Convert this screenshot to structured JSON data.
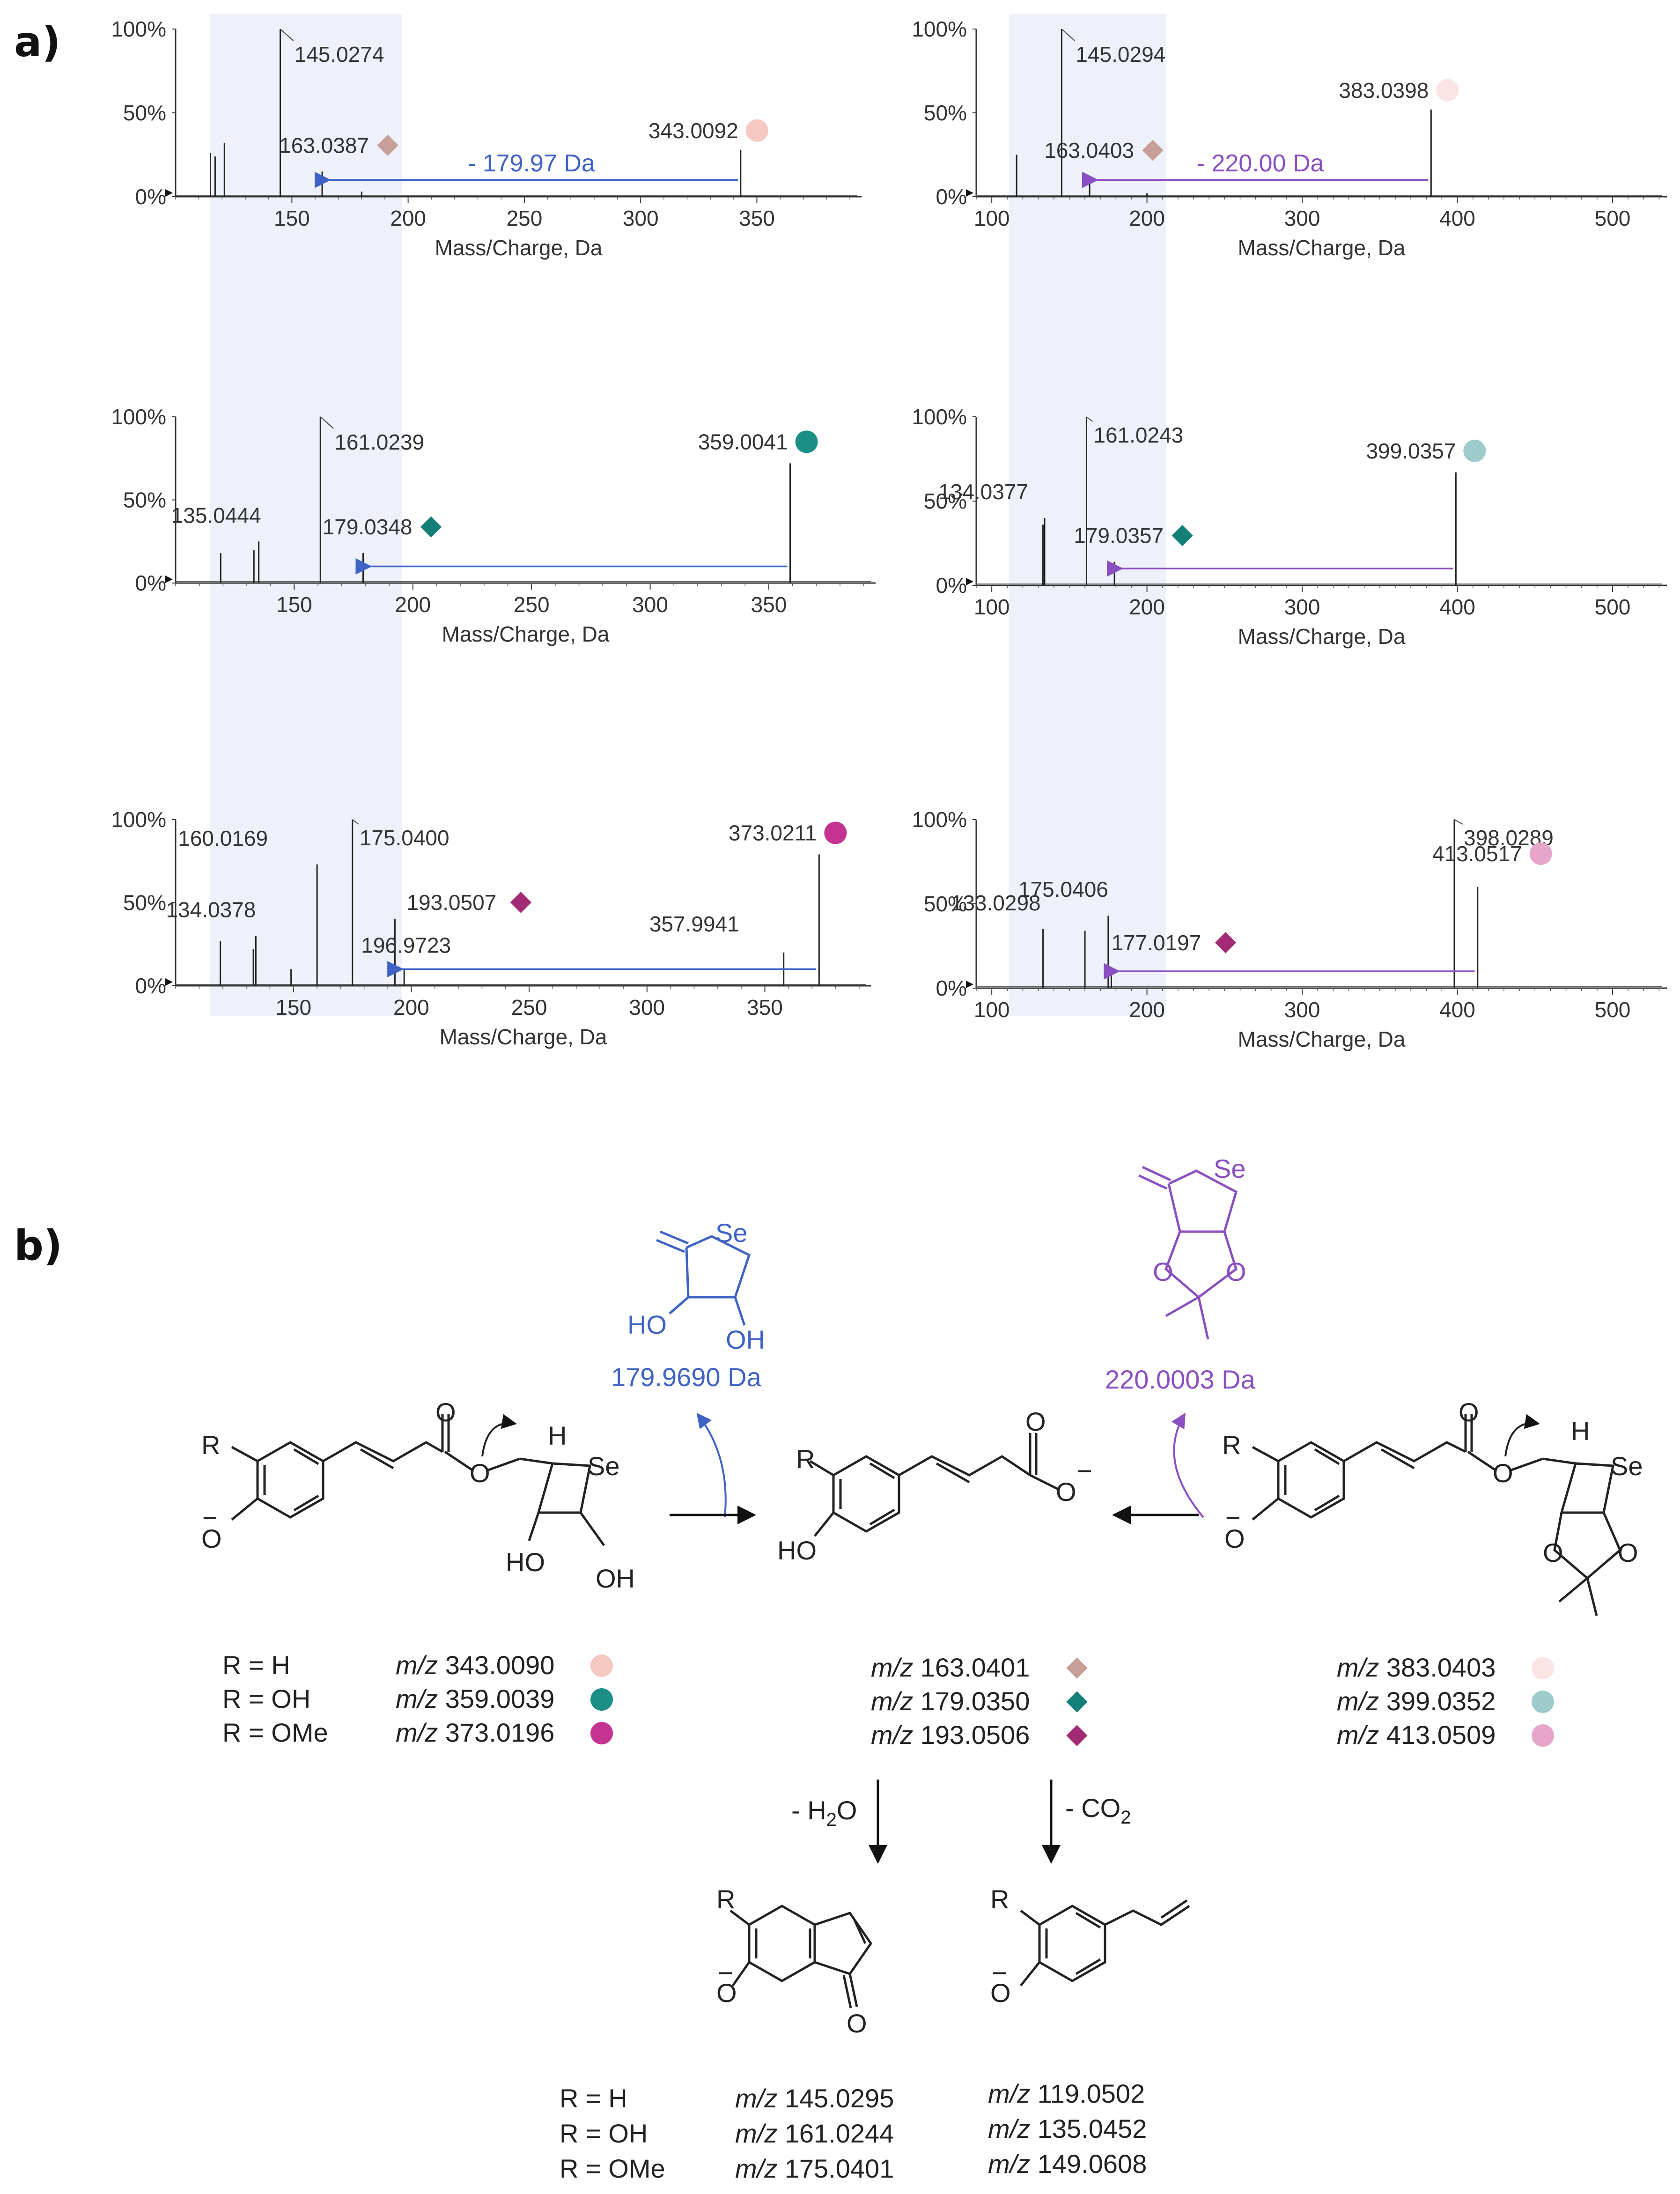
{
  "panel_labels": {
    "a": "a)",
    "b": "b)"
  },
  "colors": {
    "shade": "#eef1f9",
    "blue": "#3f63c4",
    "purple": "#8a4fc0",
    "peach": "#f6c8c2",
    "teal": "#198f86",
    "magenta": "#c4338f",
    "pale_rose": "#fbe4e4",
    "pale_teal": "#9ecccb",
    "pale_pink": "#e6a5c9",
    "mauve_diamond": "#c79e98",
    "teal_diamond": "#127f78",
    "magenta_diamond": "#a32a74"
  },
  "chart_data": [
    {
      "type": "bar",
      "panel": "top-left",
      "xlabel": "Mass/Charge, Da",
      "xlim": [
        100,
        395
      ],
      "ylim": [
        0,
        100
      ],
      "xticks": [
        150,
        200,
        250,
        300,
        350
      ],
      "yticks": [
        "0%",
        "50%",
        "100%"
      ],
      "peaks": [
        [
          115,
          26
        ],
        [
          117,
          24
        ],
        [
          121,
          32
        ],
        [
          145.0274,
          100
        ],
        [
          163.0387,
          15
        ],
        [
          180,
          3
        ],
        [
          343.0092,
          28
        ]
      ],
      "labels": [
        {
          "text": "145.0274",
          "mz": 145.0274
        },
        {
          "text": "163.0387",
          "mz": 163.0387,
          "marker": "diamond",
          "color": "mauve_diamond"
        },
        {
          "text": "343.0092",
          "mz": 343.0092,
          "marker": "circle",
          "color": "peach"
        }
      ],
      "arrow": {
        "from": 343,
        "to": 163,
        "color": "blue",
        "text": "- 179.97 Da"
      }
    },
    {
      "type": "bar",
      "panel": "top-right",
      "xlabel": "Mass/Charge, Da",
      "xlim": [
        90,
        535
      ],
      "ylim": [
        0,
        100
      ],
      "xticks": [
        100,
        200,
        300,
        400,
        500
      ],
      "yticks": [
        "0%",
        "50%",
        "100%"
      ],
      "peaks": [
        [
          116,
          25
        ],
        [
          145.0294,
          100
        ],
        [
          163.0403,
          12
        ],
        [
          200,
          2
        ],
        [
          383.0398,
          52
        ]
      ],
      "labels": [
        {
          "text": "145.0294",
          "mz": 145.0294
        },
        {
          "text": "163.0403",
          "mz": 163.0403,
          "marker": "diamond",
          "color": "mauve_diamond"
        },
        {
          "text": "383.0398",
          "mz": 383.0398,
          "marker": "circle",
          "color": "pale_rose"
        }
      ],
      "arrow": {
        "from": 383,
        "to": 163,
        "color": "purple",
        "text": "- 220.00 Da"
      }
    },
    {
      "type": "bar",
      "panel": "middle-left",
      "xlabel": "Mass/Charge, Da",
      "xlim": [
        100,
        395
      ],
      "ylim": [
        0,
        100
      ],
      "xticks": [
        150,
        200,
        250,
        300,
        350
      ],
      "yticks": [
        "0%",
        "50%",
        "100%"
      ],
      "peaks": [
        [
          119,
          18
        ],
        [
          133,
          20
        ],
        [
          135.0444,
          25
        ],
        [
          161.0239,
          100
        ],
        [
          179.0348,
          18
        ],
        [
          359.0041,
          72
        ]
      ],
      "labels": [
        {
          "text": "161.0239",
          "mz": 161.0239
        },
        {
          "text": "135.0444",
          "mz": 135.0444
        },
        {
          "text": "179.0348",
          "mz": 179.0348,
          "marker": "diamond",
          "color": "teal_diamond"
        },
        {
          "text": "359.0041",
          "mz": 359.0041,
          "marker": "circle",
          "color": "teal"
        }
      ],
      "arrow": {
        "from": 359,
        "to": 179,
        "color": "blue",
        "text": ""
      }
    },
    {
      "type": "bar",
      "panel": "middle-right",
      "xlabel": "Mass/Charge, Da",
      "xlim": [
        90,
        535
      ],
      "ylim": [
        0,
        100
      ],
      "xticks": [
        100,
        200,
        300,
        400,
        500
      ],
      "yticks": [
        "0%",
        "50%",
        "100%"
      ],
      "peaks": [
        [
          133,
          36
        ],
        [
          134.0377,
          40
        ],
        [
          161.0243,
          100
        ],
        [
          179.0357,
          14
        ],
        [
          399.0357,
          67
        ]
      ],
      "labels": [
        {
          "text": "161.0243",
          "mz": 161.0243
        },
        {
          "text": "134.0377",
          "mz": 134.0377
        },
        {
          "text": "179.0357",
          "mz": 179.0357,
          "marker": "diamond",
          "color": "teal_diamond"
        },
        {
          "text": "399.0357",
          "mz": 399.0357,
          "marker": "circle",
          "color": "pale_teal"
        }
      ],
      "arrow": {
        "from": 399,
        "to": 179,
        "color": "purple",
        "text": ""
      }
    },
    {
      "type": "bar",
      "panel": "bottom-left",
      "xlabel": "Mass/Charge, Da",
      "xlim": [
        100,
        395
      ],
      "ylim": [
        0,
        100
      ],
      "xticks": [
        150,
        200,
        250,
        300,
        350
      ],
      "yticks": [
        "0%",
        "50%",
        "100%"
      ],
      "peaks": [
        [
          119,
          27
        ],
        [
          133,
          22
        ],
        [
          134.0378,
          30
        ],
        [
          149,
          10
        ],
        [
          160.0169,
          73
        ],
        [
          175.04,
          100
        ],
        [
          193.0507,
          40
        ],
        [
          196.9723,
          10
        ],
        [
          357.9941,
          20
        ],
        [
          373.0211,
          79
        ]
      ],
      "labels": [
        {
          "text": "175.0400",
          "mz": 175.04
        },
        {
          "text": "160.0169",
          "mz": 160.0169
        },
        {
          "text": "134.0378",
          "mz": 134.0378
        },
        {
          "text": "193.0507",
          "mz": 193.0507,
          "marker": "diamond",
          "color": "magenta_diamond"
        },
        {
          "text": "196.9723",
          "mz": 196.9723
        },
        {
          "text": "357.9941",
          "mz": 357.9941
        },
        {
          "text": "373.0211",
          "mz": 373.0211,
          "marker": "circle",
          "color": "magenta"
        }
      ],
      "arrow": {
        "from": 373,
        "to": 193,
        "color": "blue",
        "text": ""
      }
    },
    {
      "type": "bar",
      "panel": "bottom-right",
      "xlabel": "Mass/Charge, Da",
      "xlim": [
        90,
        535
      ],
      "ylim": [
        0,
        100
      ],
      "xticks": [
        100,
        200,
        300,
        400,
        500
      ],
      "yticks": [
        "0%",
        "50%",
        "100%"
      ],
      "peaks": [
        [
          133.0298,
          35
        ],
        [
          160,
          34
        ],
        [
          175.0406,
          43
        ],
        [
          177.0197,
          10
        ],
        [
          398.0289,
          100
        ],
        [
          413.0517,
          60
        ]
      ],
      "labels": [
        {
          "text": "398.0289",
          "mz": 398.0289
        },
        {
          "text": "413.0517",
          "mz": 413.0517,
          "marker": "circle",
          "color": "pale_pink"
        },
        {
          "text": "175.0406",
          "mz": 175.0406
        },
        {
          "text": "133.0298",
          "mz": 133.0298
        },
        {
          "text": "177.0197",
          "mz": 177.0197,
          "marker": "diamond",
          "color": "magenta_diamond"
        }
      ],
      "arrow": {
        "from": 413,
        "to": 177,
        "color": "purple",
        "text": ""
      }
    }
  ],
  "scheme": {
    "blue_loss": "179.9690 Da",
    "purple_loss": "220.0003 Da",
    "atoms": {
      "Se": "Se",
      "HO": "HO",
      "OH": "OH",
      "O": "O",
      "H": "H",
      "R": "R",
      "minus": "−"
    },
    "left_series": [
      {
        "r": "R = H",
        "mz": "m/z 343.0090",
        "color": "peach"
      },
      {
        "r": "R = OH",
        "mz": "m/z 359.0039",
        "color": "teal"
      },
      {
        "r": "R = OMe",
        "mz": "m/z 373.0196",
        "color": "magenta"
      }
    ],
    "mid_series": [
      {
        "mz": "m/z 163.0401",
        "color": "mauve_diamond"
      },
      {
        "mz": "m/z 179.0350",
        "color": "teal_diamond"
      },
      {
        "mz": "m/z 193.0506",
        "color": "magenta_diamond"
      }
    ],
    "right_series": [
      {
        "mz": "m/z 383.0403",
        "color": "pale_rose"
      },
      {
        "mz": "m/z 399.0352",
        "color": "pale_teal"
      },
      {
        "mz": "m/z 413.0509",
        "color": "pale_pink"
      }
    ],
    "loss_h2o": {
      "pre": "- H",
      "sub": "2",
      "post": "O"
    },
    "loss_co2": {
      "pre": "- CO",
      "sub": "2"
    },
    "bottom": {
      "r_labels": [
        "R = H",
        "R = OH",
        "R = OMe"
      ],
      "indenone": [
        "m/z 145.0295",
        "m/z 161.0244",
        "m/z 175.0401"
      ],
      "styrene": [
        "m/z 119.0502",
        "m/z 135.0452",
        "m/z 149.0608"
      ]
    }
  }
}
